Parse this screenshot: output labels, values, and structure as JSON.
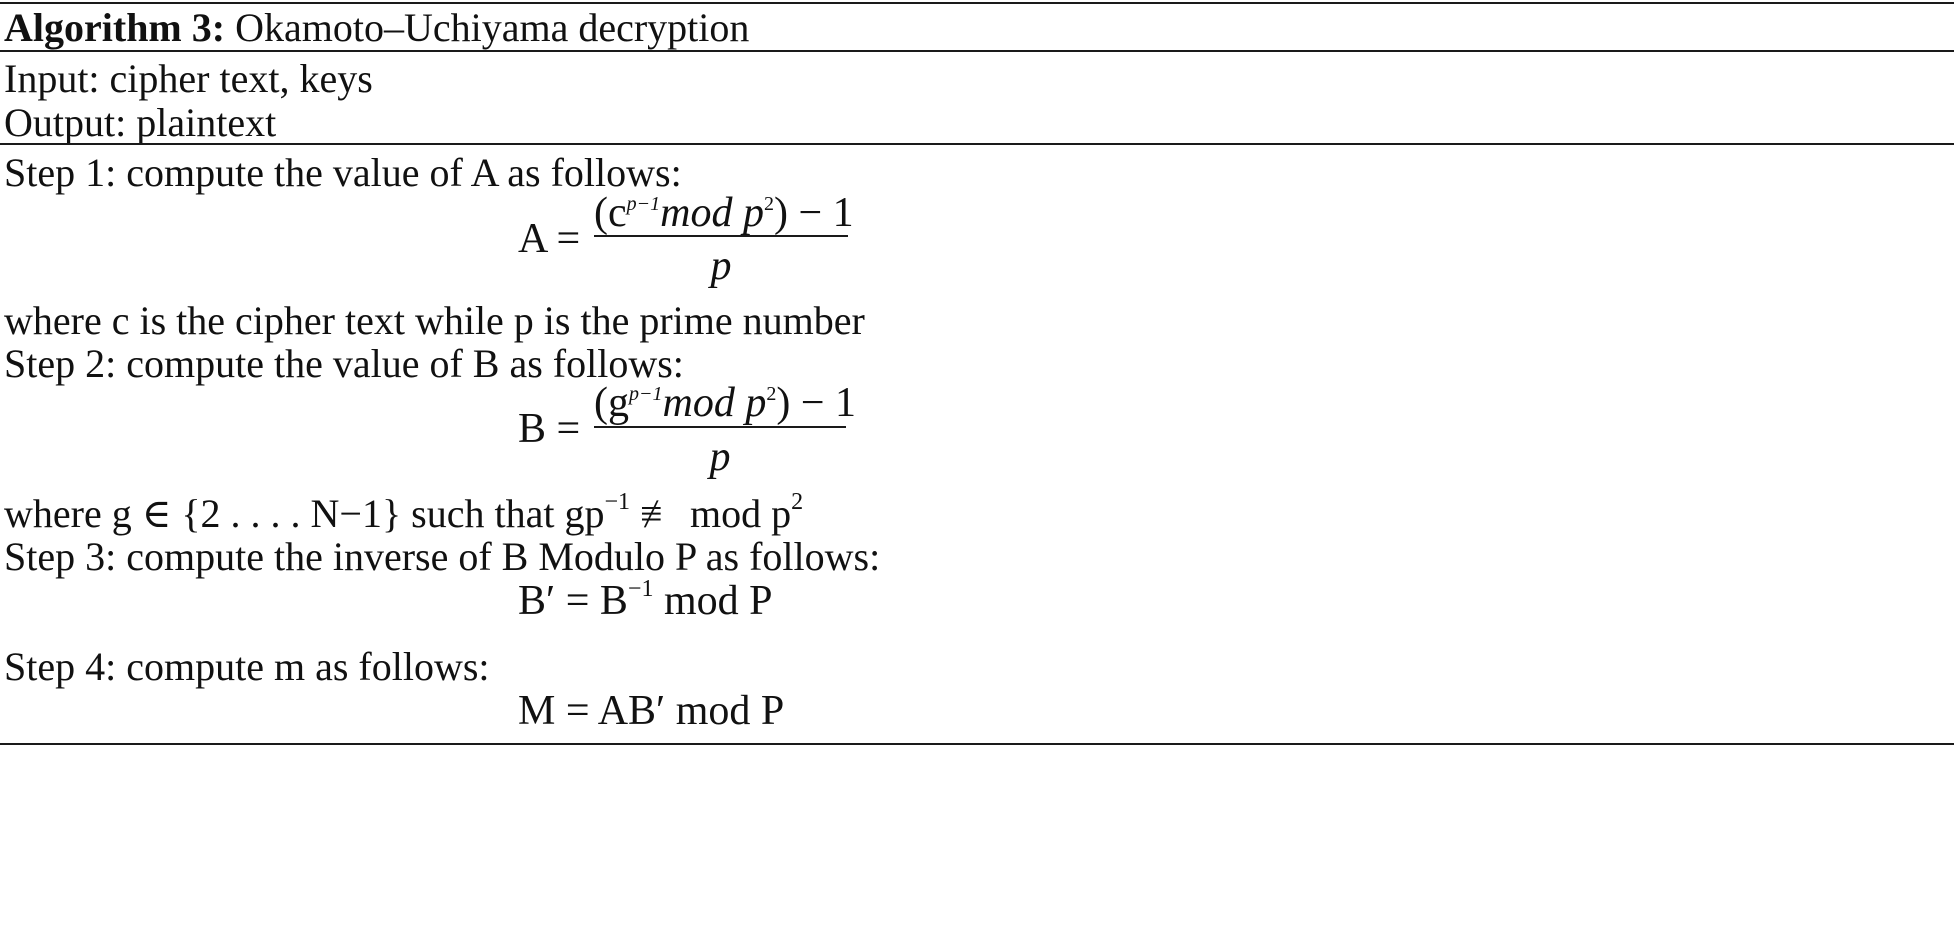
{
  "algorithm": {
    "label": "Algorithm 3:",
    "title": "Okamoto–Uchiyama decryption"
  },
  "io": {
    "input": "Input: cipher text, keys",
    "output": "Output: plaintext"
  },
  "steps": {
    "step1": "Step 1: compute the value of A as follows:",
    "step1_note": "where c is the cipher text while p is the prime number",
    "step2": "Step 2: compute the value of B as follows:",
    "step2_note": "where g ∈ {2  . . . . N−1} such that gp",
    "step2_note_sup": "−1",
    "step2_note_tail": " ≢ mod p",
    "step2_note_tail_sup": "2",
    "step3": "Step 3: compute the inverse of B Modulo P as follows:",
    "step4": "Step 4: compute m as follows:"
  },
  "equations": {
    "eqA_lhs": "A =",
    "eqA_num_open": "(c",
    "eqA_num_sup": "p−1",
    "eqA_num_mid": "mod p",
    "eqA_num_sup2": "2",
    "eqA_num_close": ") − 1",
    "eqA_den": "p",
    "eqB_lhs": "B =",
    "eqB_num_open": "(g",
    "eqB_num_sup": "p−1",
    "eqB_num_mid": "mod p",
    "eqB_num_sup2": "2",
    "eqB_num_close": ") − 1",
    "eqB_den": "p",
    "eq3_lhs": "B′ = B",
    "eq3_sup": "−1",
    "eq3_rhs": " mod P",
    "eq4": "M = AB′ mod P"
  }
}
